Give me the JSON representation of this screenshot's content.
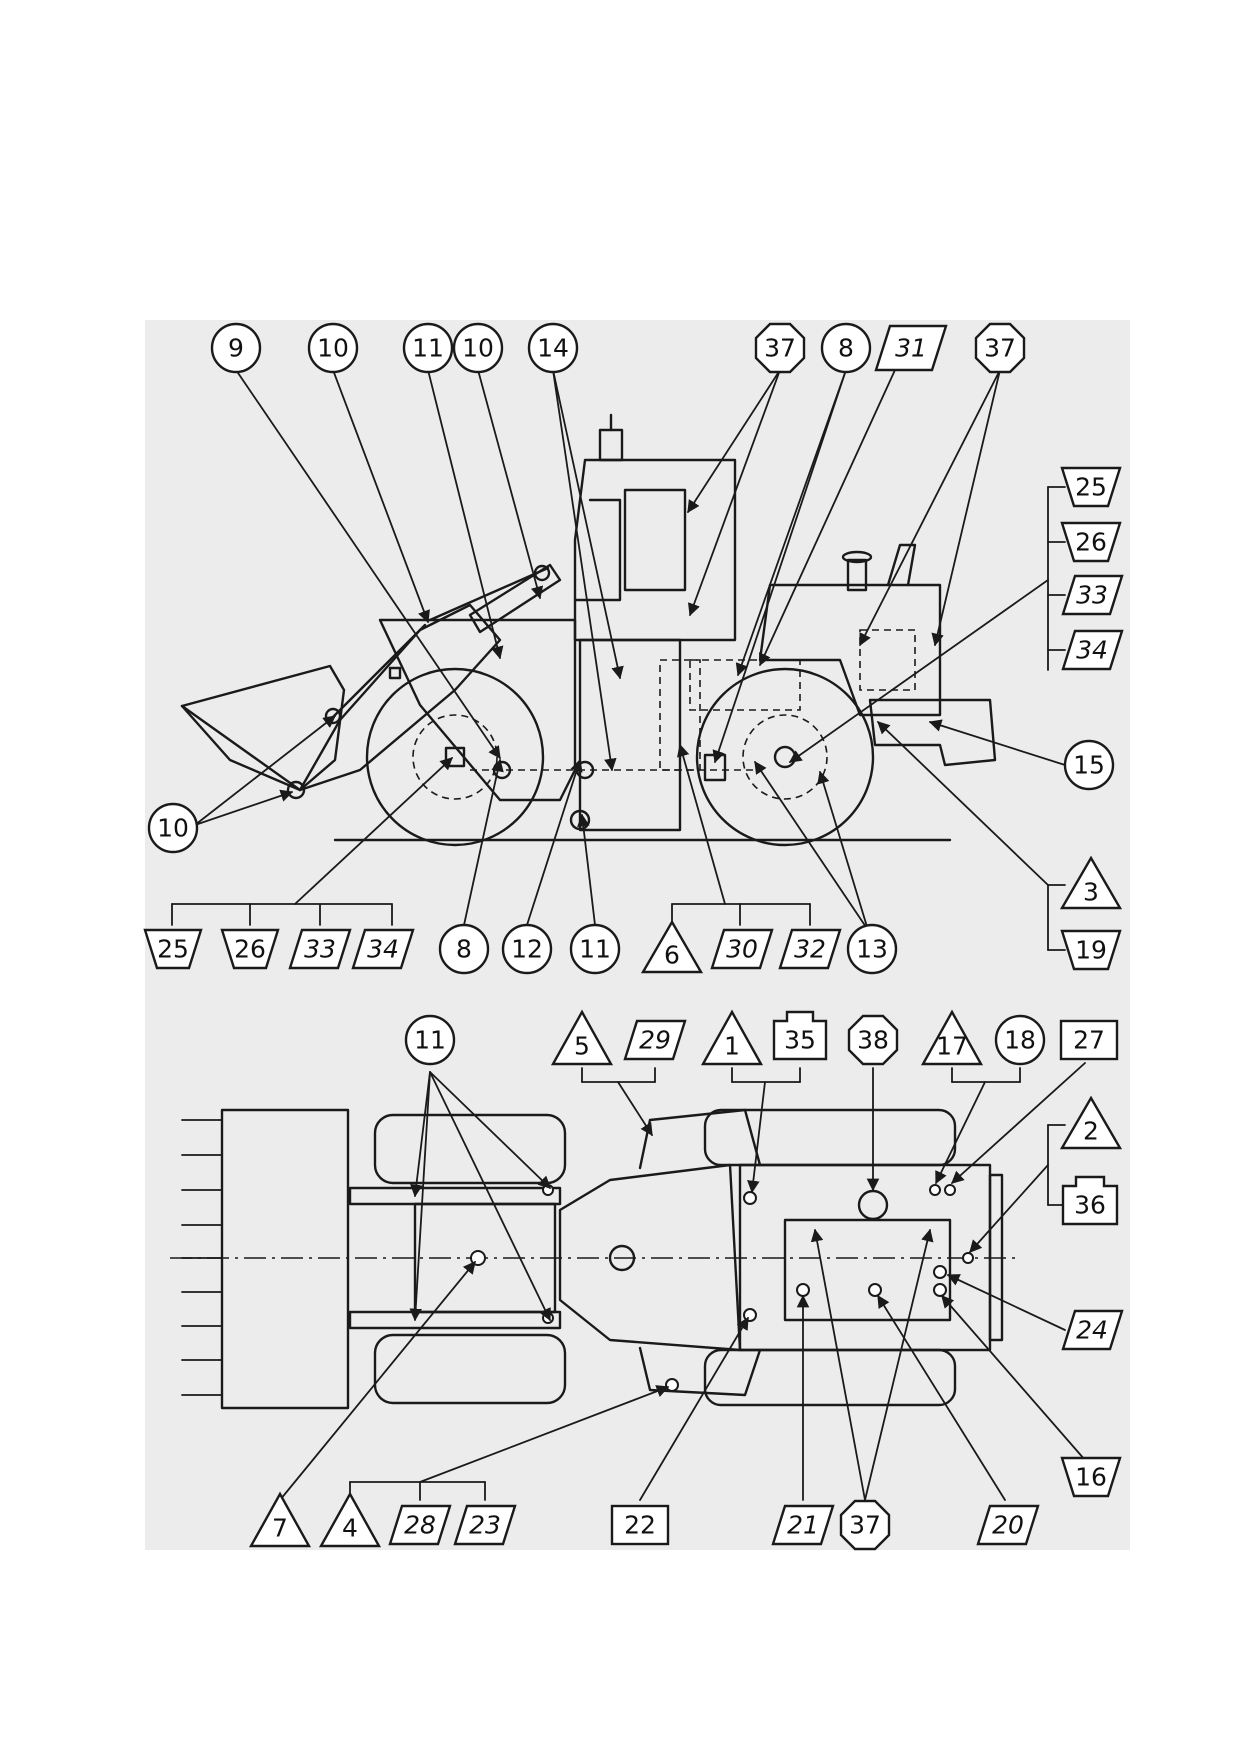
{
  "labels": {
    "side_top": [
      "9",
      "10",
      "11",
      "10",
      "14",
      "37",
      "8",
      "31",
      "37"
    ],
    "side_right": [
      "25",
      "26",
      "33",
      "34",
      "15",
      "3",
      "19"
    ],
    "side_left": [
      "10"
    ],
    "side_bottom": [
      "25",
      "26",
      "33",
      "34",
      "8",
      "12",
      "11",
      "6",
      "30",
      "32",
      "13"
    ],
    "top_upper": [
      "11",
      "5",
      "29",
      "1",
      "35",
      "38",
      "17",
      "18",
      "27"
    ],
    "top_right": [
      "2",
      "36",
      "24",
      "16"
    ],
    "top_bottom": [
      "7",
      "4",
      "28",
      "23",
      "22",
      "21",
      "37",
      "20"
    ]
  },
  "colors": {
    "line": "#1a1a1a",
    "panel": "#ececec",
    "symbol_fill": "#ffffff"
  }
}
